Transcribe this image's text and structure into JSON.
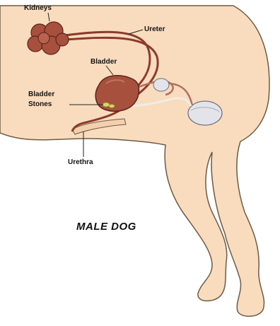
{
  "diagram": {
    "title": "MALE DOG",
    "labels": {
      "kidneys": "Kidneys",
      "ureter": "Ureter",
      "bladder": "Bladder",
      "bladder_stones_line1": "Bladder",
      "bladder_stones_line2": "Stones",
      "urethra": "Urethra"
    }
  },
  "colors": {
    "skin": "#f9dcbe",
    "outline": "#6f5a44",
    "organ": "#a8503e",
    "organ_dark": "#6e2a1f",
    "stones": "#d8d56a",
    "prostate": "#e3e3ea"
  }
}
